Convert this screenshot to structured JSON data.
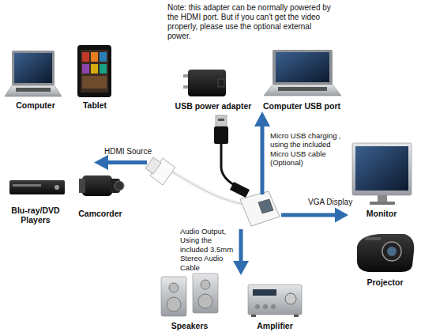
{
  "diagram": {
    "nodes": [
      {
        "text": [
          "Computer"
        ]
      },
      {
        "text": [
          "Tablet"
        ]
      },
      {
        "text": [
          "USB power adapter"
        ]
      },
      {
        "text": [
          "Computer USB port"
        ]
      },
      {
        "text": [
          "Blu-ray/DVD Players"
        ]
      },
      {
        "text": [
          "Camcorder"
        ]
      },
      {
        "text": [
          "Monitor"
        ]
      },
      {
        "text": [
          "Projector"
        ]
      },
      {
        "text": [
          "Speakers"
        ]
      },
      {
        "text": [
          "Amplifier"
        ]
      }
    ],
    "labels": [
      "Note: this adapter can be normally powered by the HDMI port. But if you can't get the video properly, please use the optional external power.",
      "HDMI Source",
      "Micro USB charging , using the included Micro USB cable (Optional)",
      "VGA Display",
      "Audio Output, Using the included 3.5mm Stereo Audio Cable"
    ]
  }
}
